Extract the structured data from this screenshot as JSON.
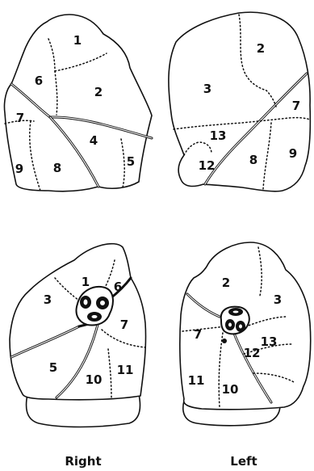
{
  "captions": {
    "right": "Right",
    "left": "Left"
  },
  "right_lateral": {
    "segments": [
      "1",
      "6",
      "2",
      "7",
      "4",
      "5",
      "9",
      "8"
    ]
  },
  "left_lateral": {
    "segments": [
      "2",
      "3",
      "7",
      "13",
      "12",
      "8",
      "9"
    ]
  },
  "right_medial": {
    "segments": [
      "1",
      "6",
      "3",
      "7",
      "5",
      "10",
      "11"
    ]
  },
  "left_medial": {
    "segments": [
      "2",
      "3",
      "7",
      "13",
      "12",
      "11",
      "10"
    ]
  }
}
